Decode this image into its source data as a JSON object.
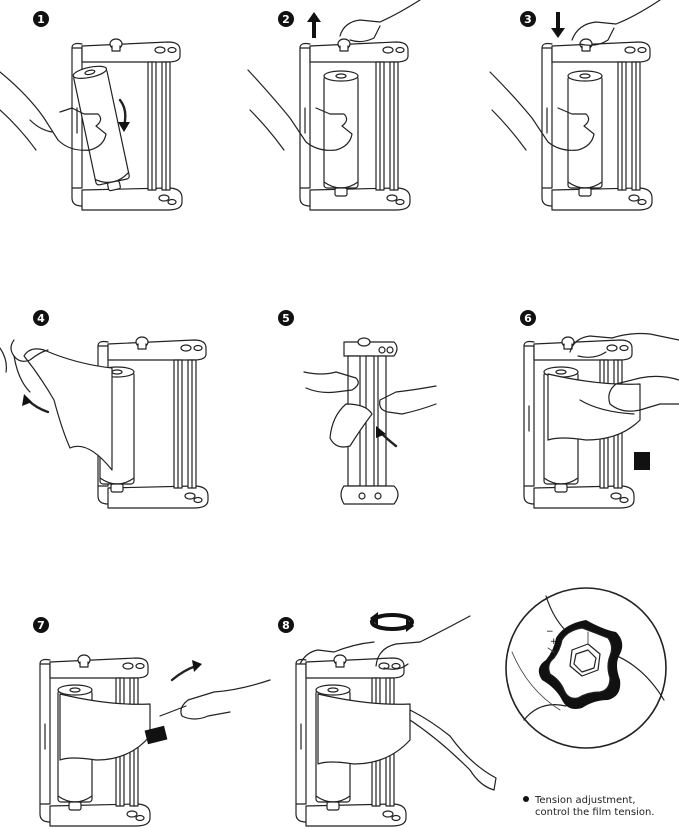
{
  "steps": [
    {
      "number": "1"
    },
    {
      "number": "2"
    },
    {
      "number": "3"
    },
    {
      "number": "4"
    },
    {
      "number": "5"
    },
    {
      "number": "6"
    },
    {
      "number": "7"
    },
    {
      "number": "8"
    }
  ],
  "detail": {
    "minus_mark": "−",
    "plus_mark": "+"
  },
  "caption": {
    "line1": "Tension adjustment,",
    "line2": "control the film tension."
  }
}
